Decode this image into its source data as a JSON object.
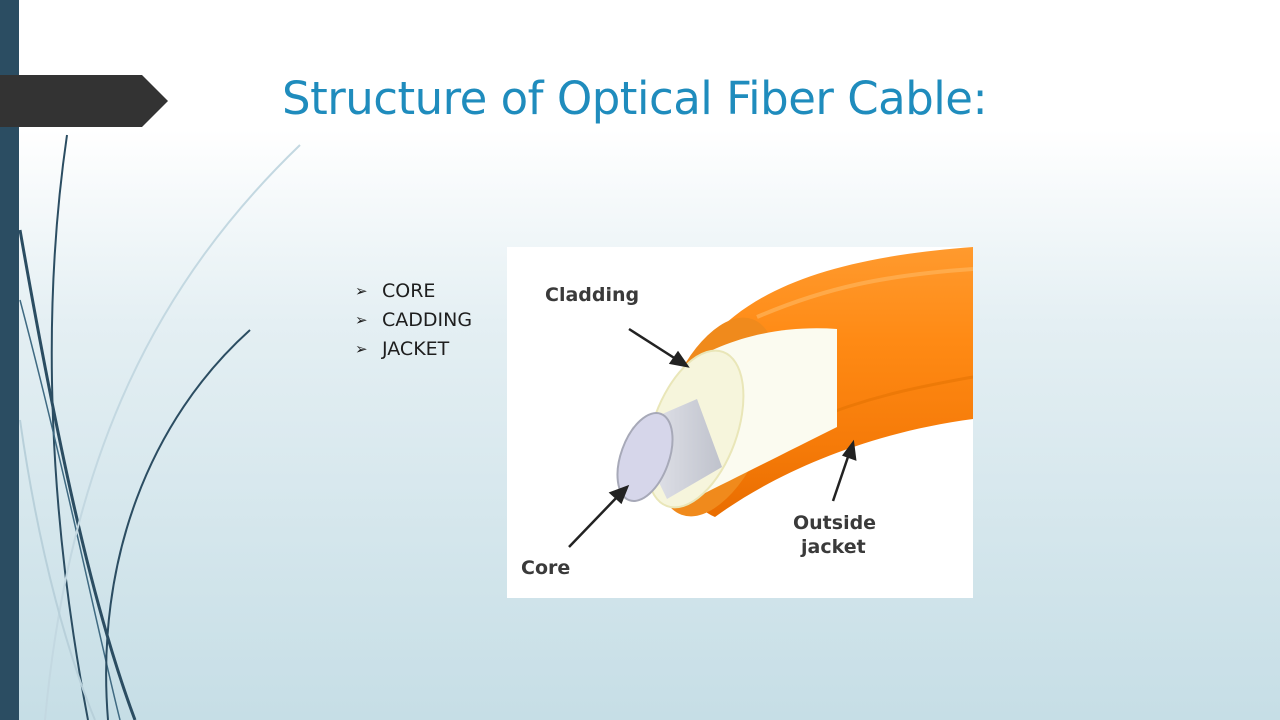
{
  "slide": {
    "title": "Structure of Optical Fiber Cable:",
    "bullets": [
      "CORE",
      "CADDING",
      "JACKET"
    ],
    "bullet_icon": "arrow-bullet-icon"
  },
  "figure": {
    "labels": {
      "cladding": "Cladding",
      "core": "Core",
      "outside_line1": "Outside",
      "outside_line2": "jacket"
    }
  },
  "colors": {
    "title": "#1f8cbd",
    "left_bar": "#2b4d62",
    "title_flag": "#333333",
    "jacket": "#ff8c1a"
  }
}
